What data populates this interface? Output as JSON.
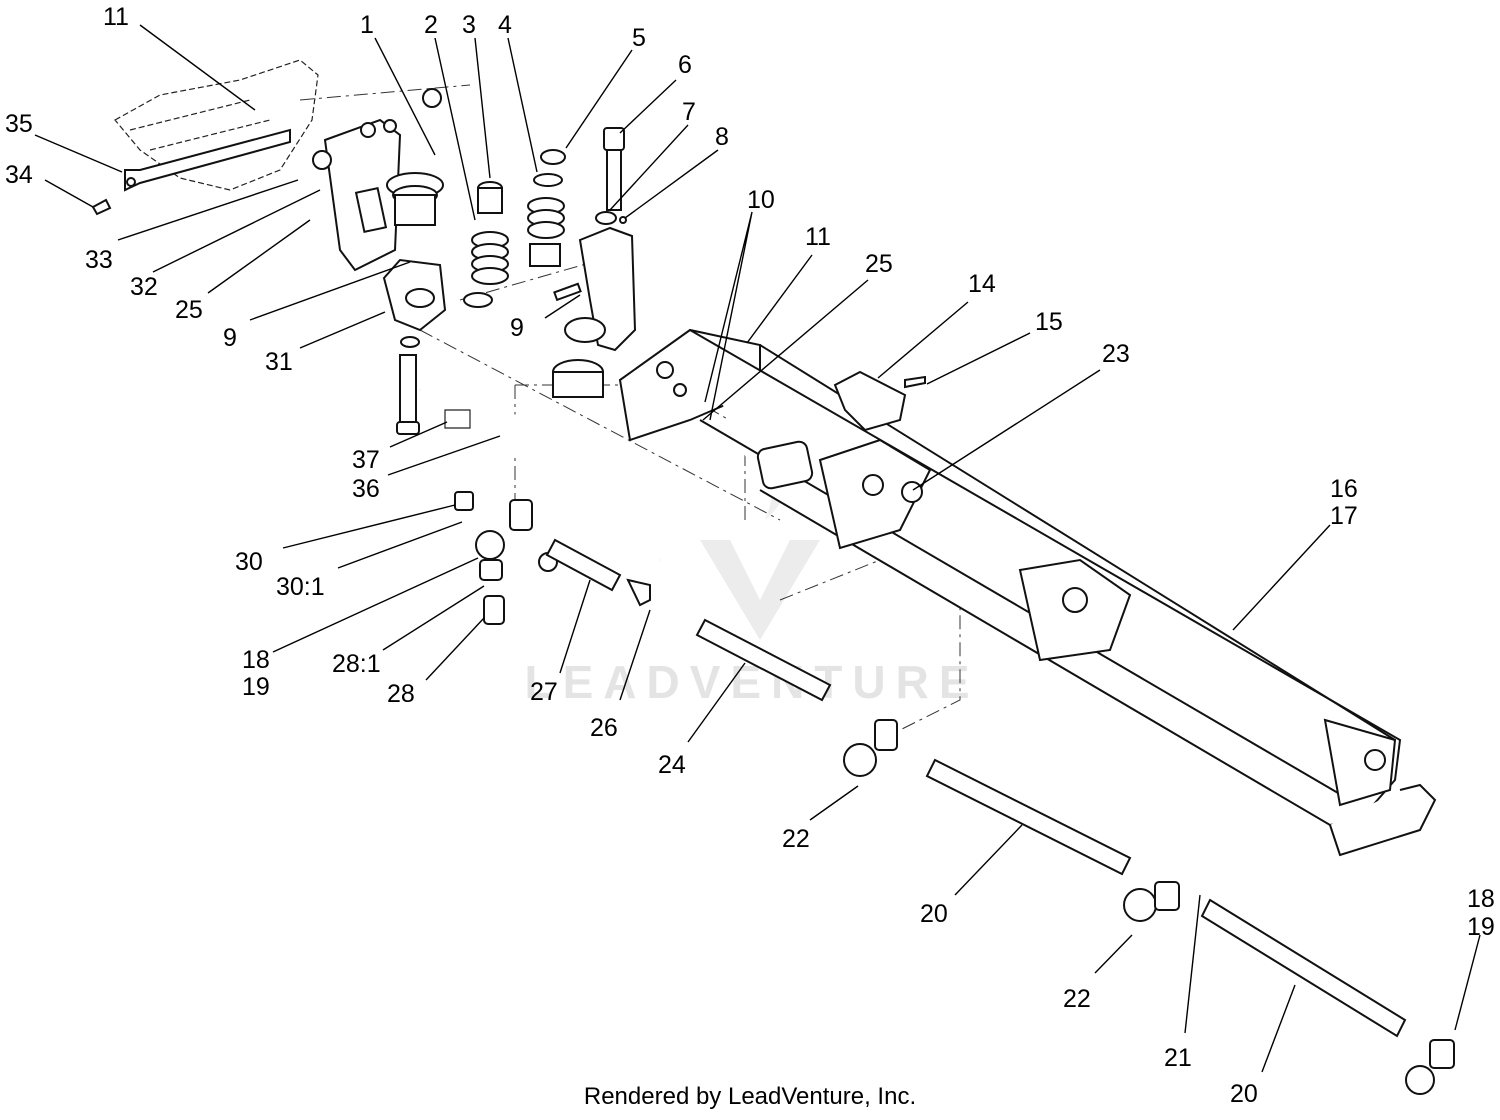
{
  "watermark": {
    "text": "LEADVENTURE"
  },
  "footer": {
    "text": "Rendered by LeadVenture, Inc."
  },
  "callouts": {
    "c1": "1",
    "c2": "2",
    "c3": "3",
    "c4": "4",
    "c5": "5",
    "c6": "6",
    "c7": "7",
    "c8": "8",
    "c9a": "9",
    "c9b": "9",
    "c10": "10",
    "c11a": "11",
    "c11b": "11",
    "c14": "14",
    "c15": "15",
    "c16": "16",
    "c17": "17",
    "c18a": "18",
    "c19a": "19",
    "c18b": "18",
    "c19b": "19",
    "c20a": "20",
    "c20b": "20",
    "c21": "21",
    "c22a": "22",
    "c22b": "22",
    "c23": "23",
    "c24": "24",
    "c25a": "25",
    "c25b": "25",
    "c26": "26",
    "c27": "27",
    "c28": "28",
    "c28_1": "28:1",
    "c30": "30",
    "c30_1": "30:1",
    "c31": "31",
    "c32": "32",
    "c33": "33",
    "c34": "34",
    "c35": "35",
    "c36": "36",
    "c37": "37"
  }
}
